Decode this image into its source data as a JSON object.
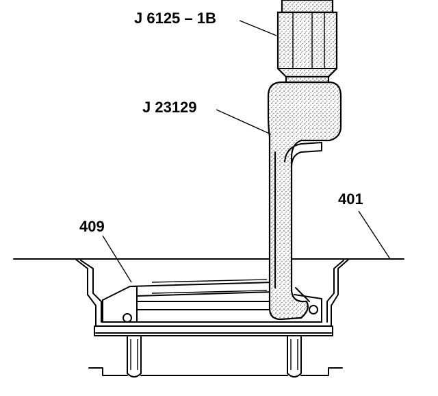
{
  "callouts": {
    "puller_handle": "J 6125 – 1B",
    "seal_remover": "J 23129",
    "housing": "401",
    "seal": "409"
  },
  "colors": {
    "ink": "#000000",
    "paper": "#ffffff"
  }
}
